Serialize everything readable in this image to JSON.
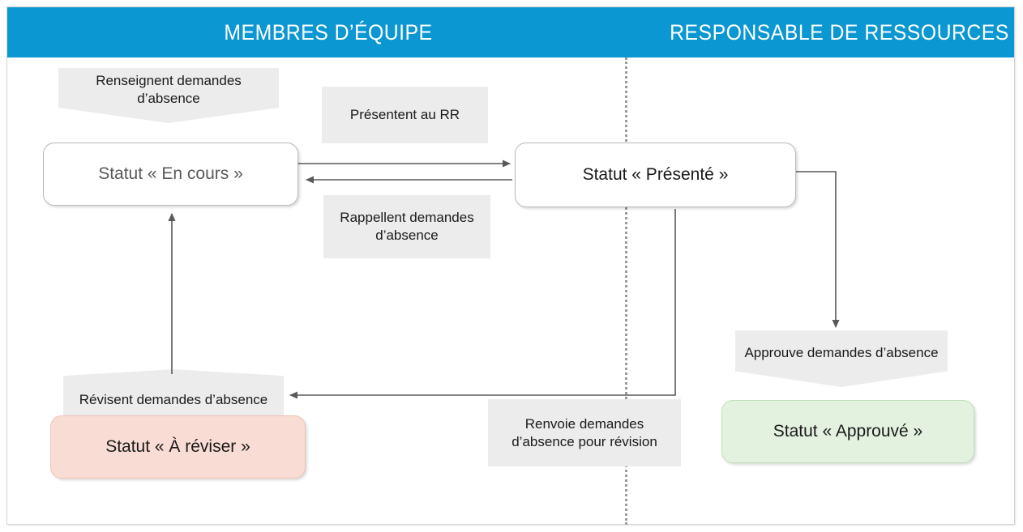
{
  "frame": {
    "accent_color": "#0B97D2",
    "border_color": "#D4D4D4",
    "banner_color": "#ECECEC",
    "pink_color": "#F9DCD3",
    "green_color": "#E3F2DF",
    "divider_color": "#9B9B9B"
  },
  "header": {
    "lanes": [
      {
        "label": "MEMBRES D’ÉQUIPE"
      },
      {
        "label": "RESPONSABLE DE RESSOURCES"
      }
    ]
  },
  "nodes": {
    "fill_requests_banner": {
      "label": "Renseignent demandes d’absence"
    },
    "status_in_progress": {
      "label": "Statut « En cours »"
    },
    "submit_to_rr_label": {
      "label": "Présentent au RR"
    },
    "status_submitted": {
      "label": "Statut « Présenté »"
    },
    "recall_requests_label": {
      "label": "Rappellent demandes d’absence"
    },
    "review_requests_banner": {
      "label": "Révisent demandes d’absence"
    },
    "status_to_review": {
      "label": "Statut « À réviser »"
    },
    "return_for_review_label": {
      "label": "Renvoie demandes d’absence pour révision"
    },
    "approve_requests_banner": {
      "label": "Approuve demandes d’absence"
    },
    "status_approved": {
      "label": "Statut « Approuvé »"
    }
  },
  "connectors": [
    {
      "name": "in-progress-to-submitted",
      "direction": "right"
    },
    {
      "name": "submitted-to-in-progress",
      "direction": "left"
    },
    {
      "name": "submitted-to-approve",
      "direction": "down"
    },
    {
      "name": "submitted-to-review",
      "direction": "left"
    },
    {
      "name": "review-to-in-progress",
      "direction": "up"
    }
  ]
}
